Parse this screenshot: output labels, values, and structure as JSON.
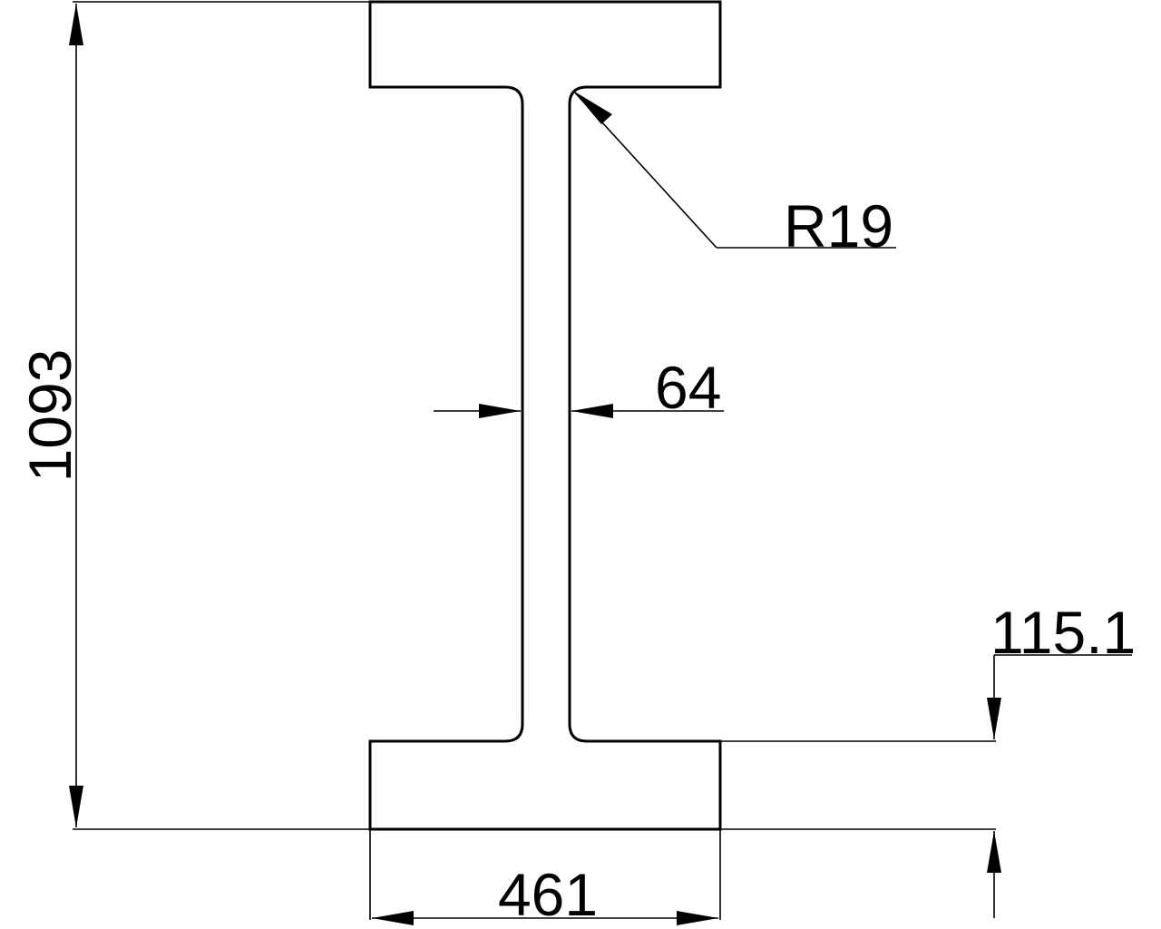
{
  "drawing": {
    "subject": "I-beam cross-section",
    "stroke_color": "#000000",
    "background_color": "#ffffff",
    "dimensions": {
      "height": "1093",
      "flange_width": "461",
      "web_thickness": "64",
      "flange_thickness": "115.1",
      "fillet_radius": "R19"
    }
  }
}
